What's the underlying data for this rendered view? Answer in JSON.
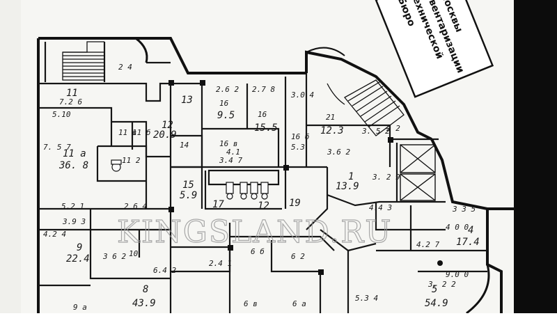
{
  "stamp": {
    "lines": [
      "Бюро",
      "технической",
      "инвентаризации",
      "а Москвы"
    ]
  },
  "watermark": "KINGSLAND.RU",
  "room_labels": [
    {
      "id": "r24",
      "text": "2 4"
    },
    {
      "id": "r11",
      "text": "11"
    },
    {
      "id": "r11a",
      "text": "7.2 6"
    },
    {
      "id": "r510",
      "text": "5.10"
    },
    {
      "id": "r13",
      "text": "13"
    },
    {
      "id": "r16",
      "text": "16"
    },
    {
      "id": "r262",
      "text": "2.6 2"
    },
    {
      "id": "r95",
      "text": "9.5"
    },
    {
      "id": "r278",
      "text": "2.7 8"
    },
    {
      "id": "r16b",
      "text": "16"
    },
    {
      "id": "r155",
      "text": "15.5"
    },
    {
      "id": "r304",
      "text": "3.0 4"
    },
    {
      "id": "r21",
      "text": "21"
    },
    {
      "id": "r123",
      "text": "12.3"
    },
    {
      "id": "r352",
      "text": "3. 5 2"
    },
    {
      "id": "r22",
      "text": "2 2"
    },
    {
      "id": "r12",
      "text": "12"
    },
    {
      "id": "r209",
      "text": "20.9"
    },
    {
      "id": "r16v",
      "text": "16 в"
    },
    {
      "id": "r41",
      "text": "4.1"
    },
    {
      "id": "r347",
      "text": "3.4 7"
    },
    {
      "id": "r16g",
      "text": "16 б"
    },
    {
      "id": "r53",
      "text": "5.3"
    },
    {
      "id": "r362",
      "text": "3.6 2"
    },
    {
      "id": "r14",
      "text": "14"
    },
    {
      "id": "r11v",
      "text": "11 в"
    },
    {
      "id": "r11b",
      "text": "11 б"
    },
    {
      "id": "r112",
      "text": "11 2"
    },
    {
      "id": "r757",
      "text": "7. 5 7"
    },
    {
      "id": "r11a2",
      "text": "11 а"
    },
    {
      "id": "r368",
      "text": "36. 8"
    },
    {
      "id": "r15",
      "text": "15"
    },
    {
      "id": "r59",
      "text": "5.9"
    },
    {
      "id": "r1",
      "text": "1"
    },
    {
      "id": "r139",
      "text": "13.9"
    },
    {
      "id": "r329",
      "text": "3. 2 9"
    },
    {
      "id": "r17",
      "text": "17"
    },
    {
      "id": "r12b",
      "text": "12"
    },
    {
      "id": "r19",
      "text": "19"
    },
    {
      "id": "r521",
      "text": "5.2 1"
    },
    {
      "id": "r264",
      "text": "2 6 4"
    },
    {
      "id": "r393",
      "text": "3.9 3"
    },
    {
      "id": "r424",
      "text": "4.2 4"
    },
    {
      "id": "r9",
      "text": "9"
    },
    {
      "id": "r224",
      "text": "22.4"
    },
    {
      "id": "r10",
      "text": "10"
    },
    {
      "id": "r642",
      "text": "6.4 2"
    },
    {
      "id": "r241",
      "text": "2.4 1"
    },
    {
      "id": "r6b",
      "text": "6 б"
    },
    {
      "id": "r62",
      "text": "6 2"
    },
    {
      "id": "r443",
      "text": "4.4 3"
    },
    {
      "id": "r335",
      "text": "3 3 5"
    },
    {
      "id": "r4",
      "text": "4"
    },
    {
      "id": "r174",
      "text": "17.4"
    },
    {
      "id": "r400",
      "text": "4 0 0"
    },
    {
      "id": "r427",
      "text": "4.2 7"
    },
    {
      "id": "r900",
      "text": "9.0 0"
    },
    {
      "id": "r522",
      "text": "3. 2 2"
    },
    {
      "id": "r8",
      "text": "8"
    },
    {
      "id": "r439",
      "text": "43.9"
    },
    {
      "id": "r6v",
      "text": "6 в"
    },
    {
      "id": "r6a",
      "text": "6 а"
    },
    {
      "id": "r5",
      "text": "5"
    },
    {
      "id": "r549",
      "text": "54.9"
    },
    {
      "id": "r9a",
      "text": "9 а"
    },
    {
      "id": "r362b",
      "text": "3 6 2"
    },
    {
      "id": "r534",
      "text": "5.3 4"
    }
  ]
}
